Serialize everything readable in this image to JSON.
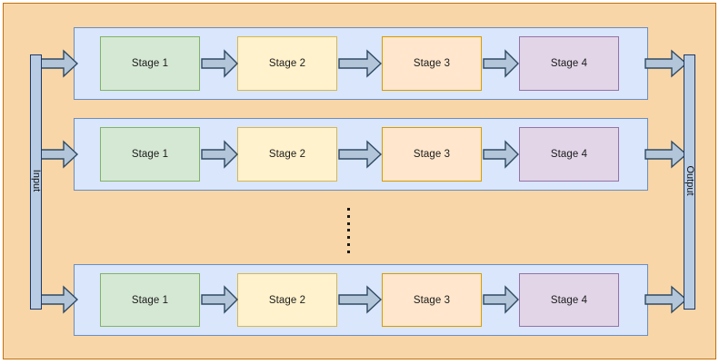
{
  "diagram": {
    "title": "parallel-pipeline-diagram",
    "frame": {
      "fill": "#f9d6a8",
      "stroke": "#c2710c"
    },
    "io": {
      "input_label": "Input",
      "output_label": "Output",
      "bar_fill": "#b8cce4",
      "bar_stroke": "#1f3864"
    },
    "arrow": {
      "fill": "#b3c6d9",
      "stroke": "#2f4a63"
    },
    "row_band": {
      "fill": "#d9e6fb",
      "stroke": "#6c8ebf"
    },
    "stage_styles": [
      {
        "name": "stage-1",
        "fill": "#d5e8d4",
        "stroke": "#82b366"
      },
      {
        "name": "stage-2",
        "fill": "#fff2cc",
        "stroke": "#d6b656"
      },
      {
        "name": "stage-3",
        "fill": "#ffe6cc",
        "stroke": "#d79b00"
      },
      {
        "name": "stage-4",
        "fill": "#e1d5e7",
        "stroke": "#9673a6"
      }
    ],
    "rows": [
      {
        "id": "row-1",
        "stages": [
          {
            "label": "Stage 1"
          },
          {
            "label": "Stage 2"
          },
          {
            "label": "Stage 3"
          },
          {
            "label": "Stage 4"
          }
        ]
      },
      {
        "id": "row-2",
        "stages": [
          {
            "label": "Stage 1"
          },
          {
            "label": "Stage 2"
          },
          {
            "label": "Stage 3"
          },
          {
            "label": "Stage 4"
          }
        ]
      },
      {
        "id": "row-3",
        "stages": [
          {
            "label": "Stage 1"
          },
          {
            "label": "Stage 2"
          },
          {
            "label": "Stage 3"
          },
          {
            "label": "Stage 4"
          }
        ]
      }
    ],
    "ellipsis": {
      "dot_count": 7,
      "color": "#1a1a1a"
    }
  }
}
